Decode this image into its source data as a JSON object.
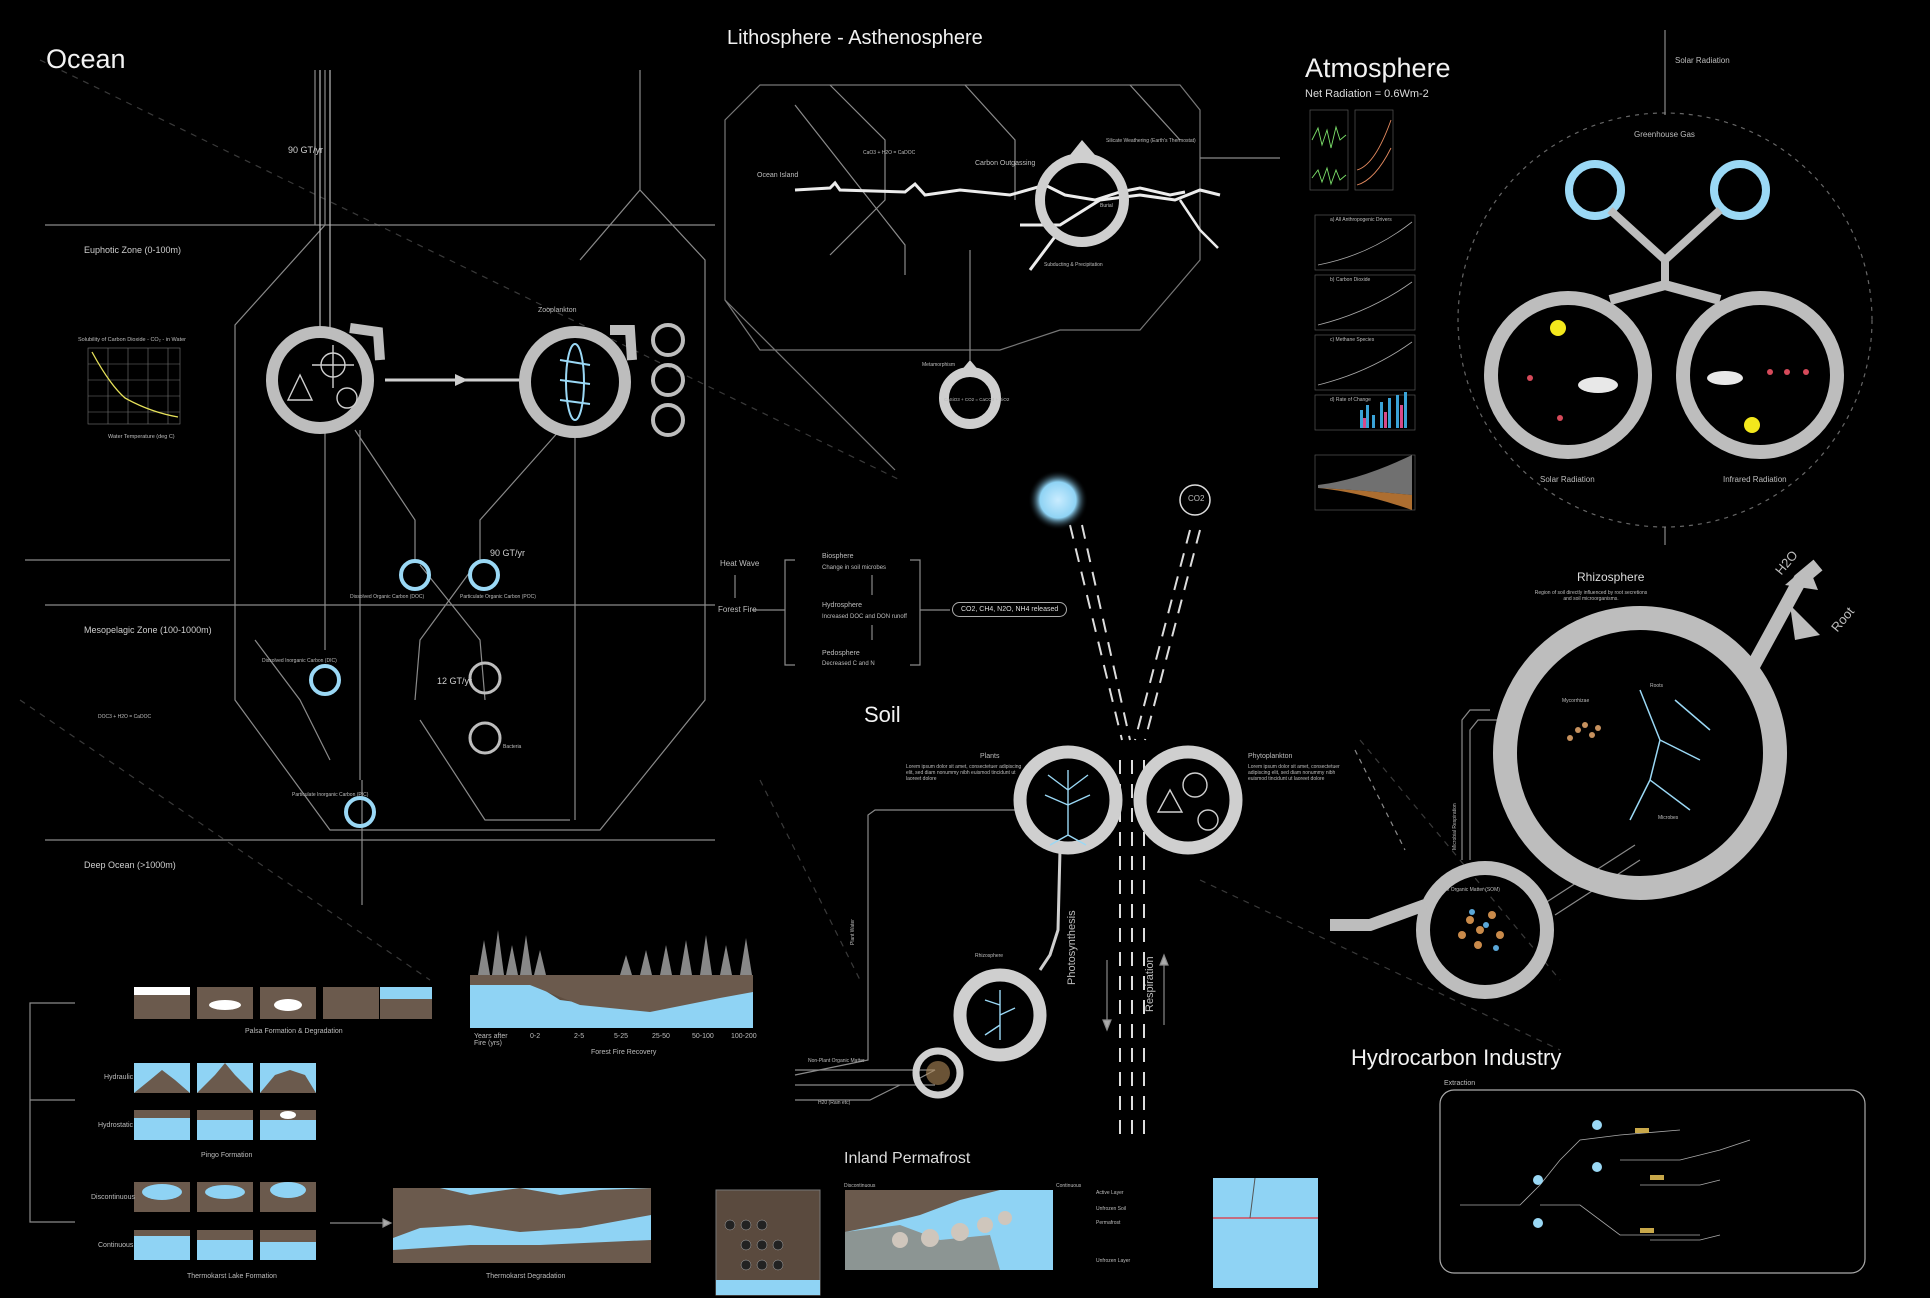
{
  "titles": {
    "ocean": "Ocean",
    "litho": "Lithosphere - Asthenosphere",
    "atmosphere": "Atmosphere",
    "net_radiation": "Net Radiation = 0.6Wm-2",
    "soil": "Soil",
    "rhizosphere": "Rhizosphere",
    "hydrocarbon": "Hydrocarbon Industry",
    "inland_permafrost": "Inland Permafrost"
  },
  "ocean": {
    "flux_top": "90 GT/yr",
    "flux_mid": "90 GT/yr",
    "flux_low": "12 GT/yr",
    "euphotic": "Euphotic Zone (0-100m)",
    "mesopelagic": "Mesopelagic Zone (100-1000m)",
    "deep": "Deep Ocean (>1000m)",
    "graph_title": "Solubility of Carbon Dioxide - CO₂ - in Water",
    "graph_x": "Water Temperature (deg C)",
    "zooplankton": "Zooplankton",
    "doc": "Dissolved Organic Carbon (DOC)",
    "poc": "Particulate Organic Carbon (POC)",
    "dic": "Dissolved Inorganic Carbon (DIC)",
    "pic": "Particulate Inorganic Carbon (PIC)",
    "bacteria": "Bacteria",
    "eq": "DOC3 + H2O = CaDOC"
  },
  "litho": {
    "ocean_island": "Ocean Island",
    "eq_top": "CaO3 + H2O = CaDOC",
    "outgassing": "Carbon Outgassing",
    "weathering": "Silicate Weathering (Earth's Thermostat)",
    "metamorphism": "Metamorphism",
    "eq_bottom": "CaSiO3 + CO2 = CaCO3 + SiO2",
    "burial": "Burial",
    "subduction": "Subducting & Precipitation"
  },
  "atmosphere": {
    "solar_radiation_top": "Solar Radiation",
    "greenhouse_gas": "Greenhouse Gas",
    "solar_radiation": "Solar Radiation",
    "infrared_radiation": "Infrared Radiation",
    "chart_labels": [
      "a) All Anthropogenic Drivers",
      "b) Carbon Dioxide",
      "c) Methane Species",
      "d) Rate of Change"
    ]
  },
  "fire": {
    "heat_wave": "Heat Wave",
    "forest_fire": "Forest Fire",
    "biosphere": "Biosphere",
    "biosphere_sub": "Change in soil microbes",
    "hydrosphere": "Hydrosphere",
    "hydrosphere_sub": "Increased DOC and DON runoff",
    "pedosphere": "Pedosphere",
    "pedosphere_sub": "Decreased C and N",
    "result": "CO2, CH4, N2O, NH4 released"
  },
  "soil": {
    "co2": "CO2",
    "plants": "Plants",
    "phytoplankton": "Phytoplankton",
    "lorem": "Lorem ipsum dolor sit amet, consectetuer adipiscing elit, sed diam nonummy nibh euismod tincidunt ut laoreet dolore",
    "photosynthesis": "Photosynthesis",
    "respiration": "Respiration",
    "rhizosphere_small": "Rhizosphere",
    "non_plant": "Non-Plant Organic Matter",
    "h2o": "H20 (Rain etc)",
    "plant_water": "Plant Water"
  },
  "rhizo": {
    "sub": "Region of soil directly influenced by root secretions and soil microorganisms.",
    "h2o": "H2O",
    "root": "Root",
    "mycorrhizae": "Mycorrhizae",
    "roots": "Roots",
    "microbes": "Microbes",
    "som": "Soil Organic Matter (SOM)",
    "respiration": "Microbial Respiration"
  },
  "permafrost": {
    "palsa": "Palsa Formation & Degradation",
    "hydraulic": "Hydraulic",
    "hydrostatic": "Hydrostatic",
    "pingo": "Pingo Formation",
    "discontinuous": "Discontinuous",
    "continuous": "Continuous",
    "thermokarst_lake": "Thermokarst Lake Formation",
    "thermokarst_deg": "Thermokarst Degradation",
    "forest_fire_recovery": "Forest Fire Recovery",
    "years_after_fire": "Years after Fire (yrs)",
    "year_ticks": [
      "0-2",
      "2-5",
      "5-25",
      "25-50",
      "50-100",
      "100-200"
    ],
    "disc2": "Discontinuous",
    "cont2": "Continuous",
    "active_layer": "Active Layer",
    "unfrozen_soil": "Unfrozen Soil",
    "permafrost": "Permafrost",
    "unfrozen_layer": "Unfrozen Layer"
  },
  "hydro": {
    "extraction": "Extraction"
  },
  "colors": {
    "accent": "#9ad8f5",
    "ring": "#bdbdbd",
    "yellow": "#f3e81c",
    "line": "#9a9a9a"
  }
}
